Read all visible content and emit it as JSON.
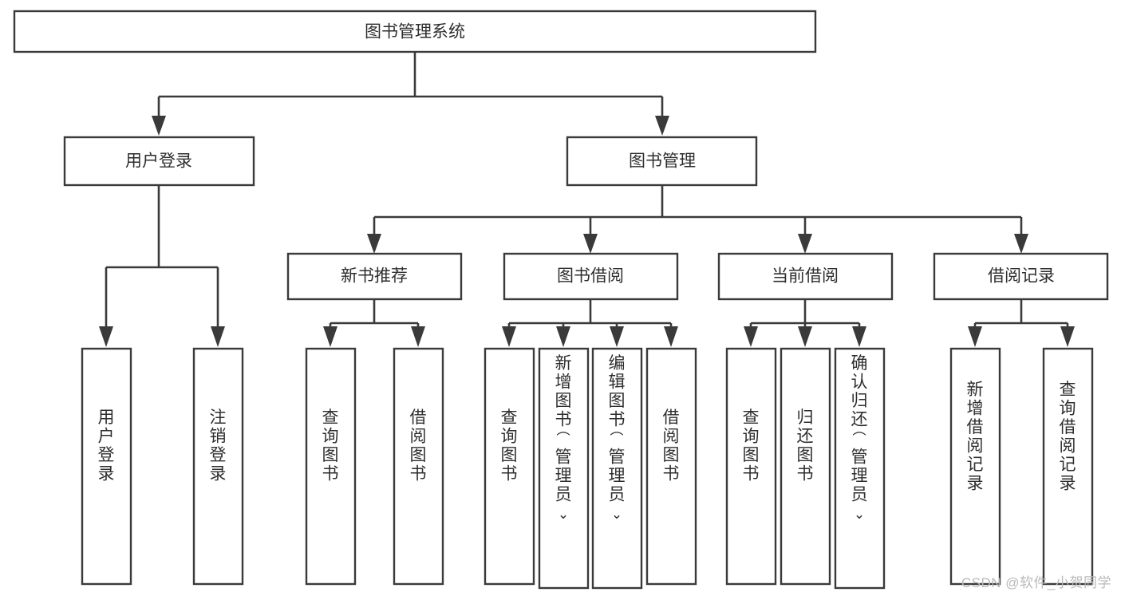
{
  "diagram": {
    "title": "图书管理系统",
    "type": "hierarchy-tree",
    "watermark": "CSDN @软件_小贺同学",
    "colors": {
      "box_stroke": "#3a3a3a",
      "box_fill": "#ffffff",
      "text": "#2e2e2e",
      "connector": "#3a3a3a",
      "background": "#ffffff",
      "watermark": "#b9b9b9"
    },
    "root": {
      "id": "root",
      "label": "图书管理系统"
    },
    "level2": [
      {
        "id": "user-login",
        "label": "用户登录"
      },
      {
        "id": "book-management",
        "label": "图书管理"
      }
    ],
    "level3": [
      {
        "id": "new-book-recommend",
        "label": "新书推荐",
        "parent": "book-management"
      },
      {
        "id": "book-borrow",
        "label": "图书借阅",
        "parent": "book-management"
      },
      {
        "id": "current-borrow",
        "label": "当前借阅",
        "parent": "book-management"
      },
      {
        "id": "borrow-record",
        "label": "借阅记录",
        "parent": "book-management"
      }
    ],
    "leaves": [
      {
        "id": "leaf-user-login",
        "label": "用户登录",
        "parent": "user-login"
      },
      {
        "id": "leaf-logout-login",
        "label": "注销登录",
        "parent": "user-login"
      },
      {
        "id": "leaf-query-book-1",
        "label": "查询图书",
        "parent": "new-book-recommend"
      },
      {
        "id": "leaf-borrow-book-1",
        "label": "借阅图书",
        "parent": "new-book-recommend"
      },
      {
        "id": "leaf-query-book-2",
        "label": "查询图书",
        "parent": "book-borrow"
      },
      {
        "id": "leaf-add-book",
        "label": "新增图书（管理员）",
        "parent": "book-borrow"
      },
      {
        "id": "leaf-edit-book",
        "label": "编辑图书（管理员）",
        "parent": "book-borrow"
      },
      {
        "id": "leaf-borrow-book-2",
        "label": "借阅图书",
        "parent": "book-borrow"
      },
      {
        "id": "leaf-query-book-3",
        "label": "查询图书",
        "parent": "current-borrow"
      },
      {
        "id": "leaf-return-book",
        "label": "归还图书",
        "parent": "current-borrow"
      },
      {
        "id": "leaf-confirm-return",
        "label": "确认归还（管理员）",
        "parent": "current-borrow"
      },
      {
        "id": "leaf-add-record",
        "label": "新增借阅记录",
        "parent": "borrow-record"
      },
      {
        "id": "leaf-query-record",
        "label": "查询借阅记录",
        "parent": "borrow-record"
      }
    ]
  }
}
